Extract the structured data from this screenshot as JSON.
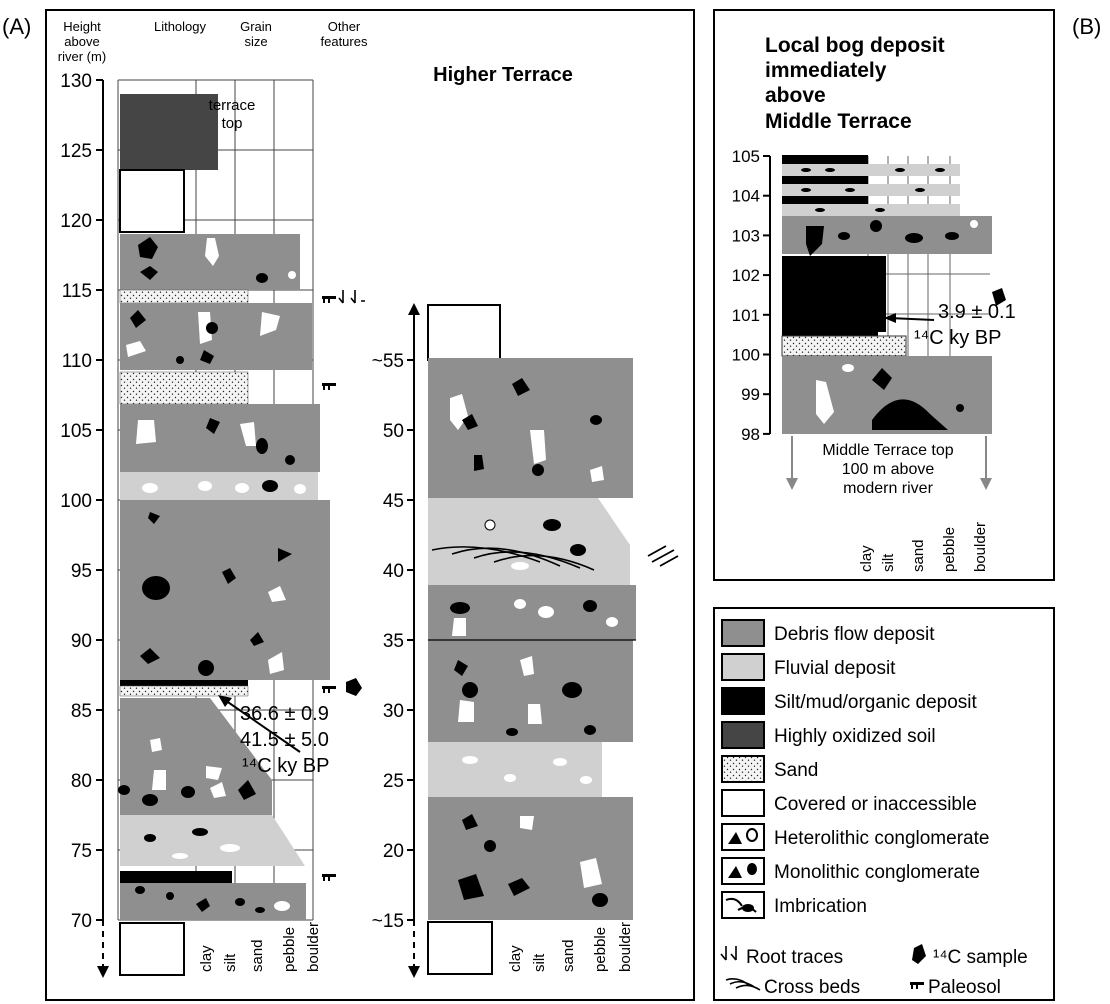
{
  "panel_labels": {
    "a": "(A)",
    "b": "(B)"
  },
  "panel_a": {
    "headers": [
      "Height",
      "above",
      "river (m)",
      "Lithology",
      "Grain",
      "size",
      "Other",
      "features"
    ],
    "subtitle": "Higher Terrace",
    "left_ticks": [
      "130",
      "125",
      "120",
      "115",
      "110",
      "105",
      "100",
      "95",
      "90",
      "85",
      "80",
      "75",
      "70"
    ],
    "right_ticks": [
      "~55",
      "50",
      "45",
      "40",
      "35",
      "30",
      "25",
      "20",
      "~15"
    ],
    "grain_labels": [
      "clay",
      "silt",
      "sand",
      "pebble",
      "boulder"
    ],
    "terrace_top": [
      "terrace",
      "top"
    ],
    "date_lines": [
      "36.6 ± 0.9",
      "41.5 ± 5.0",
      "¹⁴C ky BP"
    ]
  },
  "panel_b": {
    "title": [
      "Local bog deposit",
      "immediately",
      "above",
      "Middle Terrace"
    ],
    "ticks": [
      "105",
      "104",
      "103",
      "102",
      "101",
      "100",
      "99",
      "98"
    ],
    "date_lines": [
      "3.9 ± 0.1",
      "¹⁴C ky BP"
    ],
    "base_note": [
      "Middle Terrace top",
      "100 m above",
      "modern river"
    ],
    "grain_labels": [
      "clay",
      "silt",
      "sand",
      "pebble",
      "boulder"
    ]
  },
  "legend": {
    "items": [
      {
        "label": "Debris flow deposit",
        "swatch": "debris"
      },
      {
        "label": "Fluvial deposit",
        "swatch": "fluvial"
      },
      {
        "label": "Silt/mud/organic deposit",
        "swatch": "silt"
      },
      {
        "label": "Highly oxidized soil",
        "swatch": "soil"
      },
      {
        "label": "Sand",
        "swatch": "sand"
      },
      {
        "label": "Covered or inaccessible",
        "swatch": "covered"
      },
      {
        "label": "Heterolithic conglomerate",
        "swatch": "hetero-icon"
      },
      {
        "label": "Monolithic conglomerate",
        "swatch": "mono-icon"
      },
      {
        "label": "Imbrication",
        "swatch": "imbrication-icon"
      }
    ],
    "symbols": [
      {
        "label": "Root traces",
        "icon": "root-traces-icon"
      },
      {
        "label": "¹⁴C sample",
        "icon": "c14-sample-icon"
      },
      {
        "label": "Cross beds",
        "icon": "cross-beds-icon"
      },
      {
        "label": "Paleosol",
        "icon": "paleosol-icon"
      }
    ]
  },
  "colors": {
    "debris": "#8f8f8f",
    "fluvial": "#d0d0d0",
    "silt": "#000000",
    "soil": "#454545",
    "sand": "#f2f2f2",
    "covered": "#ffffff"
  }
}
